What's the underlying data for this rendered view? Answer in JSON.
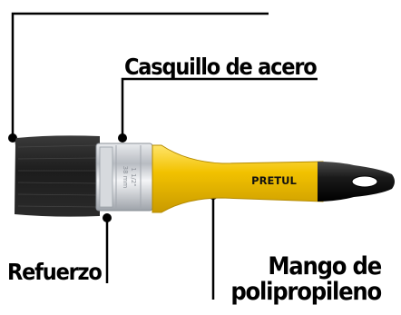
{
  "labels": {
    "casquillo": "Casquillo de acero",
    "refuerzo": "Refuerzo",
    "mango_line1": "Mango de",
    "mango_line2": "polipropileno"
  },
  "brand": "PRETUL",
  "ferrule_marks": [
    "1 1/2\"",
    "38 mm"
  ],
  "colors": {
    "bristles": "#1c1c1c",
    "ferrule": "#c9ccd0",
    "handle": "#f2c200",
    "handle_grip": "#1a1a1a",
    "leader_lines": "#000000"
  }
}
